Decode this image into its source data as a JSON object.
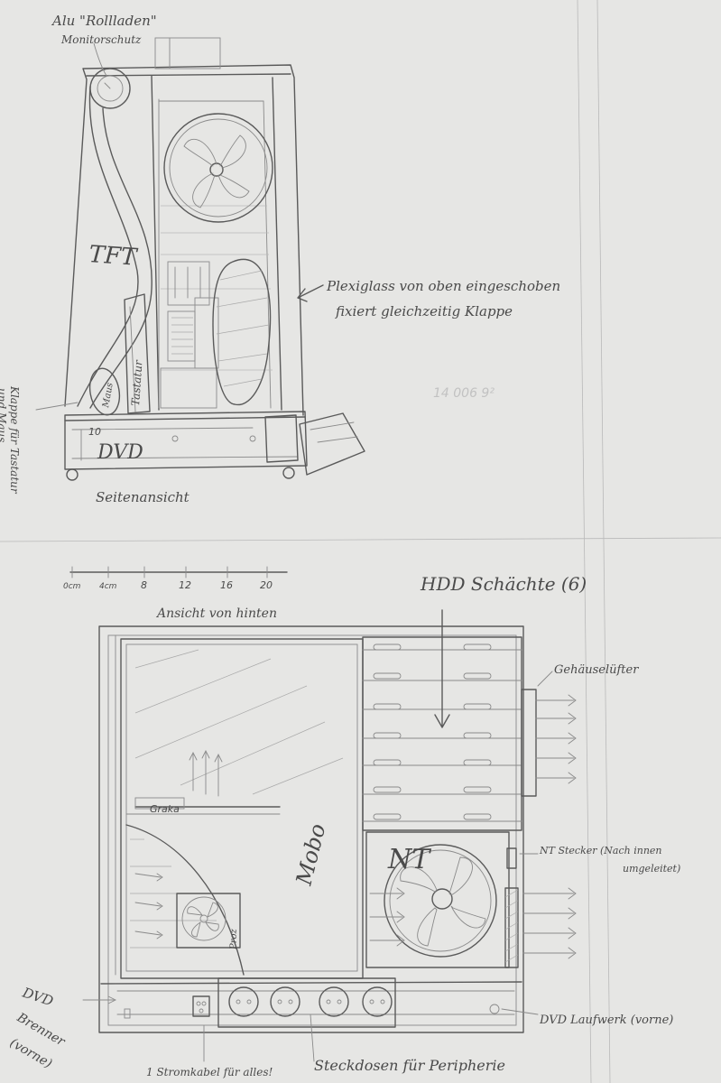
{
  "side_view": {
    "caption": "Seitenansicht",
    "shutter_label_line1": "Alu \"Rollladen\"",
    "shutter_label_line2": "Monitorschutz",
    "tft_label": "TFT",
    "keyboard_label": "Tastatur",
    "mouse_label": "Maus",
    "flap_label_line1": "Klappe für Tastatur",
    "flap_label_line2": "und Maus",
    "dvd_label": "DVD",
    "dvd_number": "10",
    "plexi_label_line1": "Plexiglass von oben eingeschoben",
    "plexi_label_line2": "fixiert gleichzeitig Klappe",
    "faint_marks": "14   006   9²"
  },
  "scale": {
    "ticks": [
      "0cm",
      "4cm",
      "8",
      "12",
      "16",
      "20"
    ]
  },
  "rear_view": {
    "caption": "Ansicht von hinten",
    "hdd_label": "HDD Schächte (6)",
    "case_fan_label": "Gehäuselüfter",
    "gpu_label": "Graka",
    "mobo_label": "Mobo",
    "psu_label": "NT",
    "cpu_label": "Proz",
    "psu_plug_label_line1": "NT Stecker (Nach innen",
    "psu_plug_label_line2": "umgeleitet)",
    "dvd_burner_line1": "DVD",
    "dvd_burner_line2": "Brenner",
    "dvd_burner_line3": "(vorne)",
    "dvd_drive_label": "DVD Laufwerk (vorne)",
    "power_cable_label": "1 Stromkabel für alles!",
    "sockets_label": "Steckdosen für Peripherie"
  }
}
